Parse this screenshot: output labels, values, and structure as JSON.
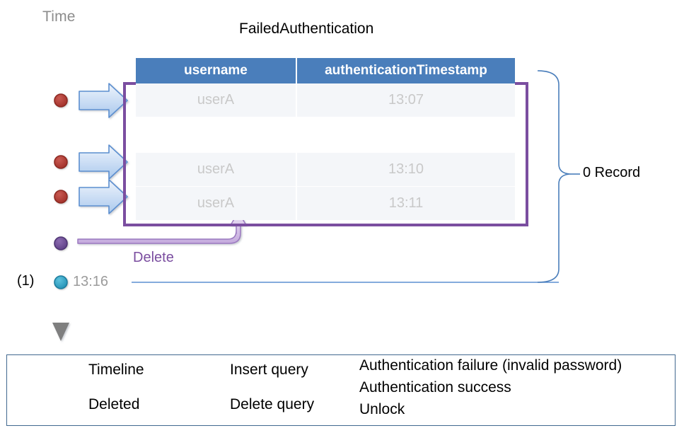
{
  "diagram": {
    "title": "FailedAuthentication",
    "time_axis_label": "Time",
    "record_annotation": "0 Record",
    "step_marker": "(1)",
    "delete_arrow_label": "Delete",
    "success_time": "13:16"
  },
  "table": {
    "columns": [
      "username",
      "authenticationTimestamp"
    ],
    "rows": [
      {
        "username": "userA",
        "timestamp": "13:07"
      },
      {
        "username": "userA",
        "timestamp": "13:10"
      },
      {
        "username": "userA",
        "timestamp": "13:11"
      }
    ]
  },
  "legend": {
    "items": [
      {
        "key": "timeline",
        "label": "Timeline",
        "icon": "dashed-arrow-icon"
      },
      {
        "key": "deleted",
        "label": "Deleted",
        "icon": "purple-rectangle-icon"
      },
      {
        "key": "insert",
        "label": "Insert query",
        "icon": "blue-arrow-icon"
      },
      {
        "key": "delete",
        "label": "Delete query",
        "icon": "purple-arrow-icon"
      },
      {
        "key": "failure",
        "label": "Authentication failure (invalid password)",
        "icon": "red-dot-icon"
      },
      {
        "key": "success",
        "label": "Authentication success",
        "icon": "teal-dot-icon"
      },
      {
        "key": "unlock",
        "label": "Unlock",
        "icon": "purple-dot-icon"
      }
    ]
  },
  "colors": {
    "header_blue": "#4a7ebb",
    "row_gray": "#f4f6f9",
    "deleted_purple": "#7b4ea0",
    "failure_red": "#a83232",
    "success_teal": "#2e9fc0",
    "unlock_purple": "#6b4a93",
    "timeline_gray": "#808080",
    "bracket_blue": "#4a7ebb"
  }
}
